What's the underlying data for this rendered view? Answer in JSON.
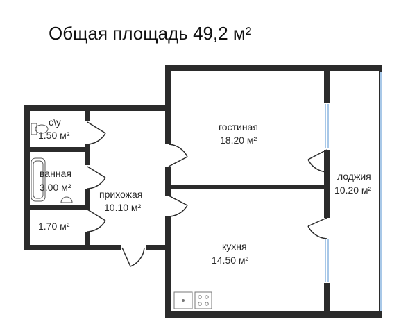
{
  "plan": {
    "title": "Общая площадь 49,2 м²",
    "rooms": [
      {
        "id": "bathroom-wc",
        "name": "с\\у",
        "area": "1.50 м²"
      },
      {
        "id": "bathroom",
        "name": "ванная",
        "area": "3.00 м²"
      },
      {
        "id": "storage",
        "name": "",
        "area": "1.70 м²"
      },
      {
        "id": "hallway",
        "name": "прихожая",
        "area": "10.10 м²"
      },
      {
        "id": "living",
        "name": "гостиная",
        "area": "18.20 м²"
      },
      {
        "id": "kitchen",
        "name": "кухня",
        "area": "14.50 м²"
      },
      {
        "id": "loggia",
        "name": "лоджия",
        "area": "10.20 м²"
      }
    ],
    "colors": {
      "wall": "#2b2b2b",
      "window": "#a8c8e8",
      "text": "#2a2a2a"
    }
  }
}
